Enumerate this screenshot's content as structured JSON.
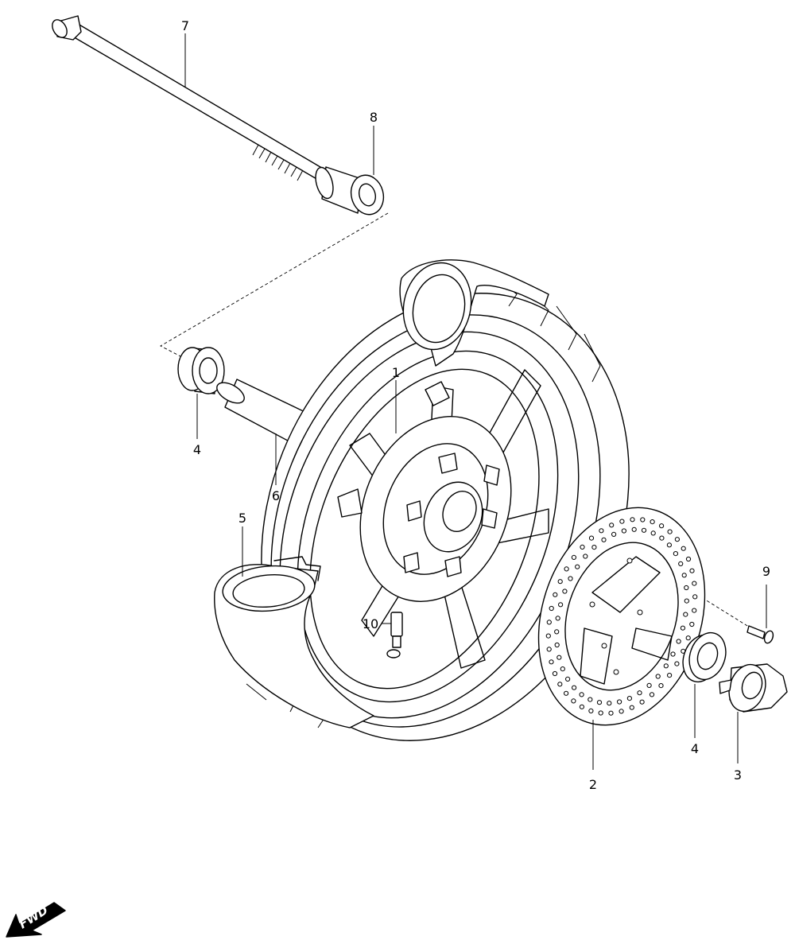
{
  "callouts": {
    "c1": "1",
    "c2": "2",
    "c3": "3",
    "c4_left": "4",
    "c4_right": "4",
    "c5": "5",
    "c6": "6",
    "c7": "7",
    "c8": "8",
    "c9": "9",
    "c10": "10"
  },
  "fwd_badge": {
    "label": "FWD"
  }
}
